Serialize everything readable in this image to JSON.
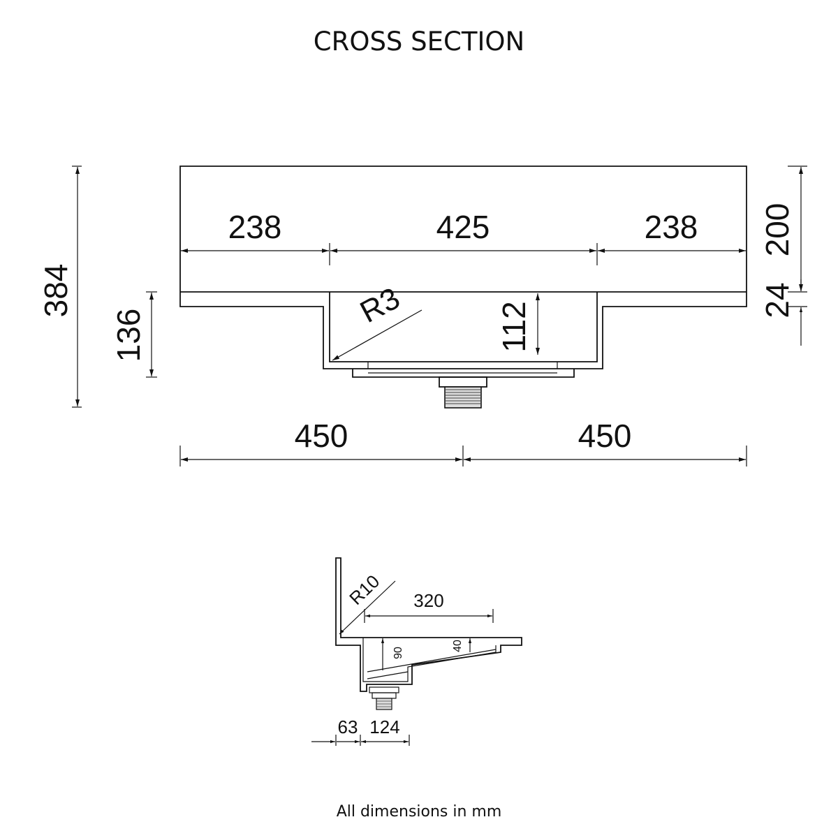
{
  "title": "CROSS SECTION",
  "footer": "All dimensions in mm",
  "front_view": {
    "dimensions": {
      "overall_height": "384",
      "left_drop": "136",
      "left_width": "238",
      "bowl_width": "425",
      "right_width": "238",
      "bowl_radius": "R3",
      "bowl_depth": "112",
      "top_height": "200",
      "ledge": "24",
      "half_left": "450",
      "half_right": "450"
    }
  },
  "side_view": {
    "dimensions": {
      "radius": "R10",
      "depth_width": "320",
      "slope_high": "90",
      "slope_low": "40",
      "offset": "63",
      "waste_width": "124"
    }
  }
}
